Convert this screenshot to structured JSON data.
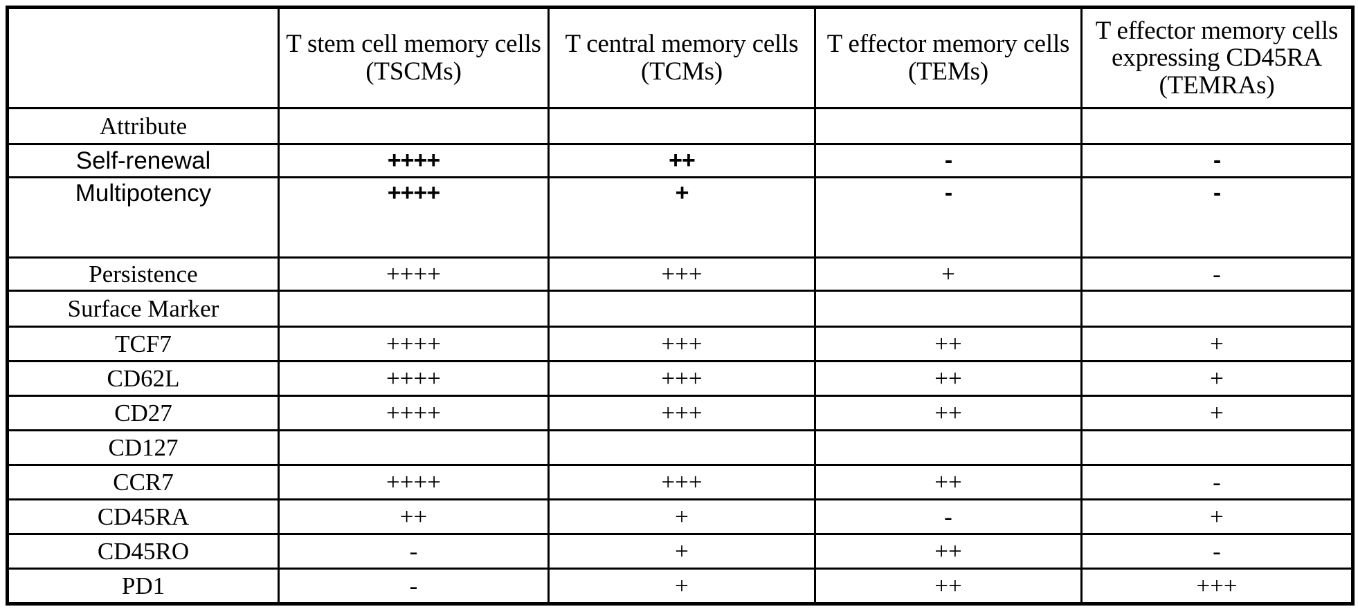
{
  "table": {
    "columns": [
      {
        "id": "rowlabel",
        "label": ""
      },
      {
        "id": "tscm",
        "label": "T stem cell memory cells (TSCMs)"
      },
      {
        "id": "tcm",
        "label": "T central memory cells (TCMs)"
      },
      {
        "id": "tem",
        "label": "T effector memory cells (TEMs)"
      },
      {
        "id": "temra",
        "label": "T effector memory cells expressing CD45RA (TEMRAs)"
      }
    ],
    "sections": [
      {
        "title": "Attribute",
        "rows": [
          {
            "label": "Self-renewal",
            "values": [
              "++++",
              "++",
              "-",
              "-"
            ]
          },
          {
            "label": "Multipotency",
            "values": [
              "++++",
              "+",
              "-",
              "-"
            ]
          },
          {
            "label": "Persistence",
            "values": [
              "++++",
              "+++",
              "+",
              "-"
            ]
          }
        ]
      },
      {
        "title": "Surface Marker",
        "rows": [
          {
            "label": "TCF7",
            "values": [
              "++++",
              "+++",
              "++",
              "+"
            ]
          },
          {
            "label": "CD62L",
            "values": [
              "++++",
              "+++",
              "++",
              "+"
            ]
          },
          {
            "label": "CD27",
            "values": [
              "++++",
              "+++",
              "++",
              "+"
            ]
          },
          {
            "label": "CD127",
            "values": [
              "",
              "",
              "",
              ""
            ]
          },
          {
            "label": "CCR7",
            "values": [
              "++++",
              "+++",
              "++",
              "-"
            ]
          },
          {
            "label": "CD45RA",
            "values": [
              "++",
              "+",
              "-",
              "+"
            ]
          },
          {
            "label": "CD45RO",
            "values": [
              "-",
              "+",
              "++",
              "-"
            ]
          },
          {
            "label": "PD1",
            "values": [
              "-",
              "+",
              "++",
              "+++"
            ]
          }
        ]
      }
    ]
  },
  "colors": {
    "border": "#000000",
    "text": "#000000",
    "background": "#ffffff"
  }
}
